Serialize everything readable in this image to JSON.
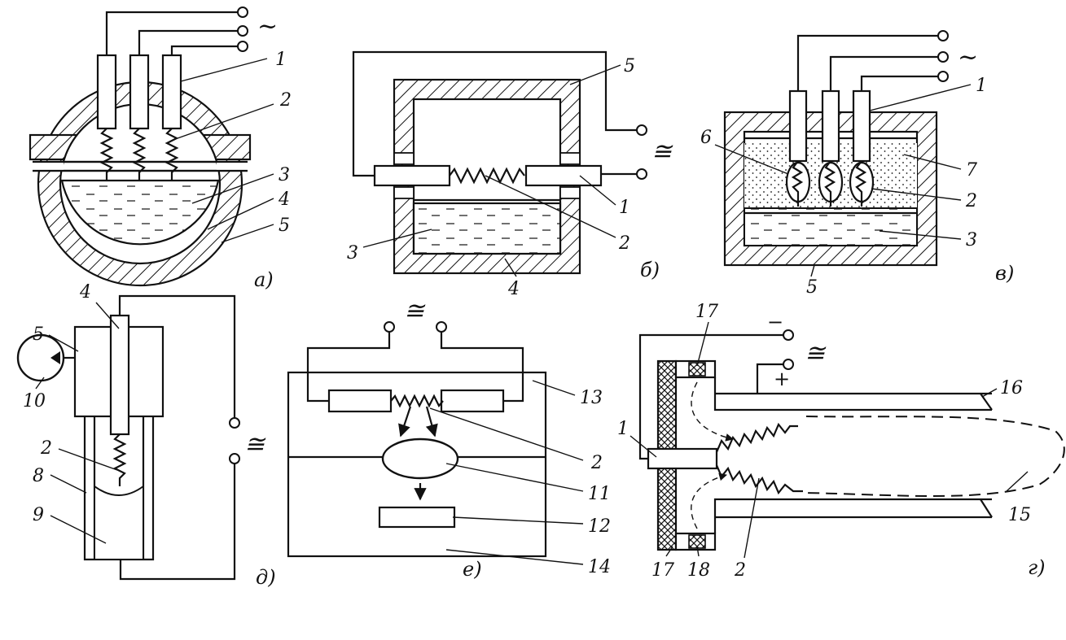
{
  "symbols": {
    "ac": "~",
    "acdc": "≅",
    "plus": "+",
    "minus": "−"
  },
  "panels": {
    "a": {
      "caption": "а)",
      "labels": [
        "1",
        "2",
        "3",
        "4",
        "5"
      ]
    },
    "b": {
      "caption": "б)",
      "labels": [
        "5",
        "1",
        "2",
        "3",
        "4"
      ]
    },
    "v": {
      "caption": "в)",
      "labels": [
        "1",
        "7",
        "6",
        "2",
        "3",
        "5"
      ]
    },
    "d": {
      "caption": "д)",
      "labels": [
        "4",
        "5",
        "10",
        "2",
        "8",
        "9"
      ]
    },
    "e": {
      "caption": "е)",
      "labels": [
        "13",
        "2",
        "11",
        "12",
        "14"
      ]
    },
    "g": {
      "caption": "г)",
      "labels": [
        "17",
        "16",
        "1",
        "15",
        "2",
        "17",
        "18"
      ]
    }
  }
}
